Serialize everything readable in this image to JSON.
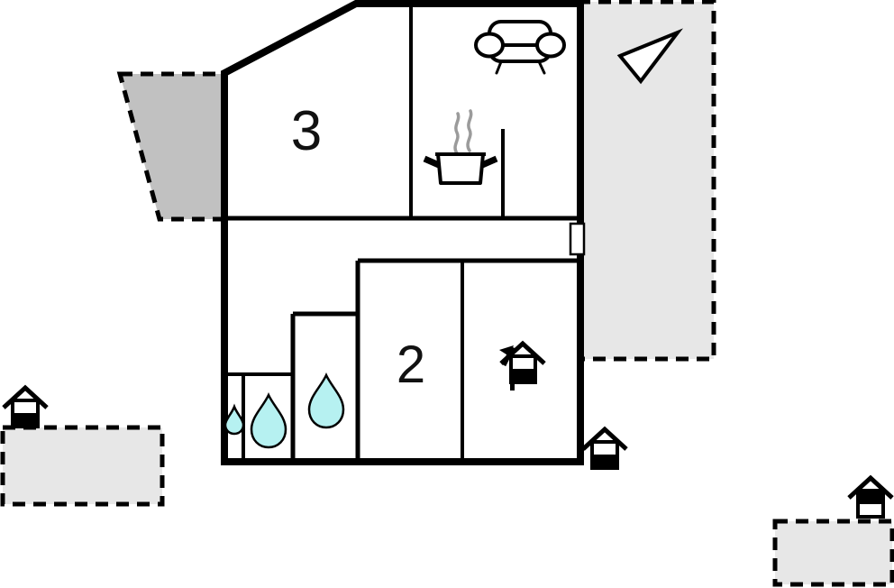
{
  "colors": {
    "wall": "#000000",
    "terrace_shaded": "#c1c1c1",
    "terrace": "#e7e7e7",
    "water": "#b6f1f1",
    "steam": "#9b9b9b",
    "label": "#111111",
    "paper": "#ffffff"
  },
  "rooms": {
    "room3": {
      "label": "3"
    },
    "room2": {
      "label": "2"
    }
  },
  "icons": {
    "sofa": "sofa-icon",
    "stove": "stove-pot-icon",
    "water_small": "water-drop-small-icon",
    "water_medium": "water-drop-medium-icon",
    "water_large": "water-drop-large-icon",
    "house_flag": "house-marker-flag-icon",
    "house_plain": "house-marker-icon",
    "north_arrow": "north-arrow-icon",
    "door": "entrance-door"
  }
}
